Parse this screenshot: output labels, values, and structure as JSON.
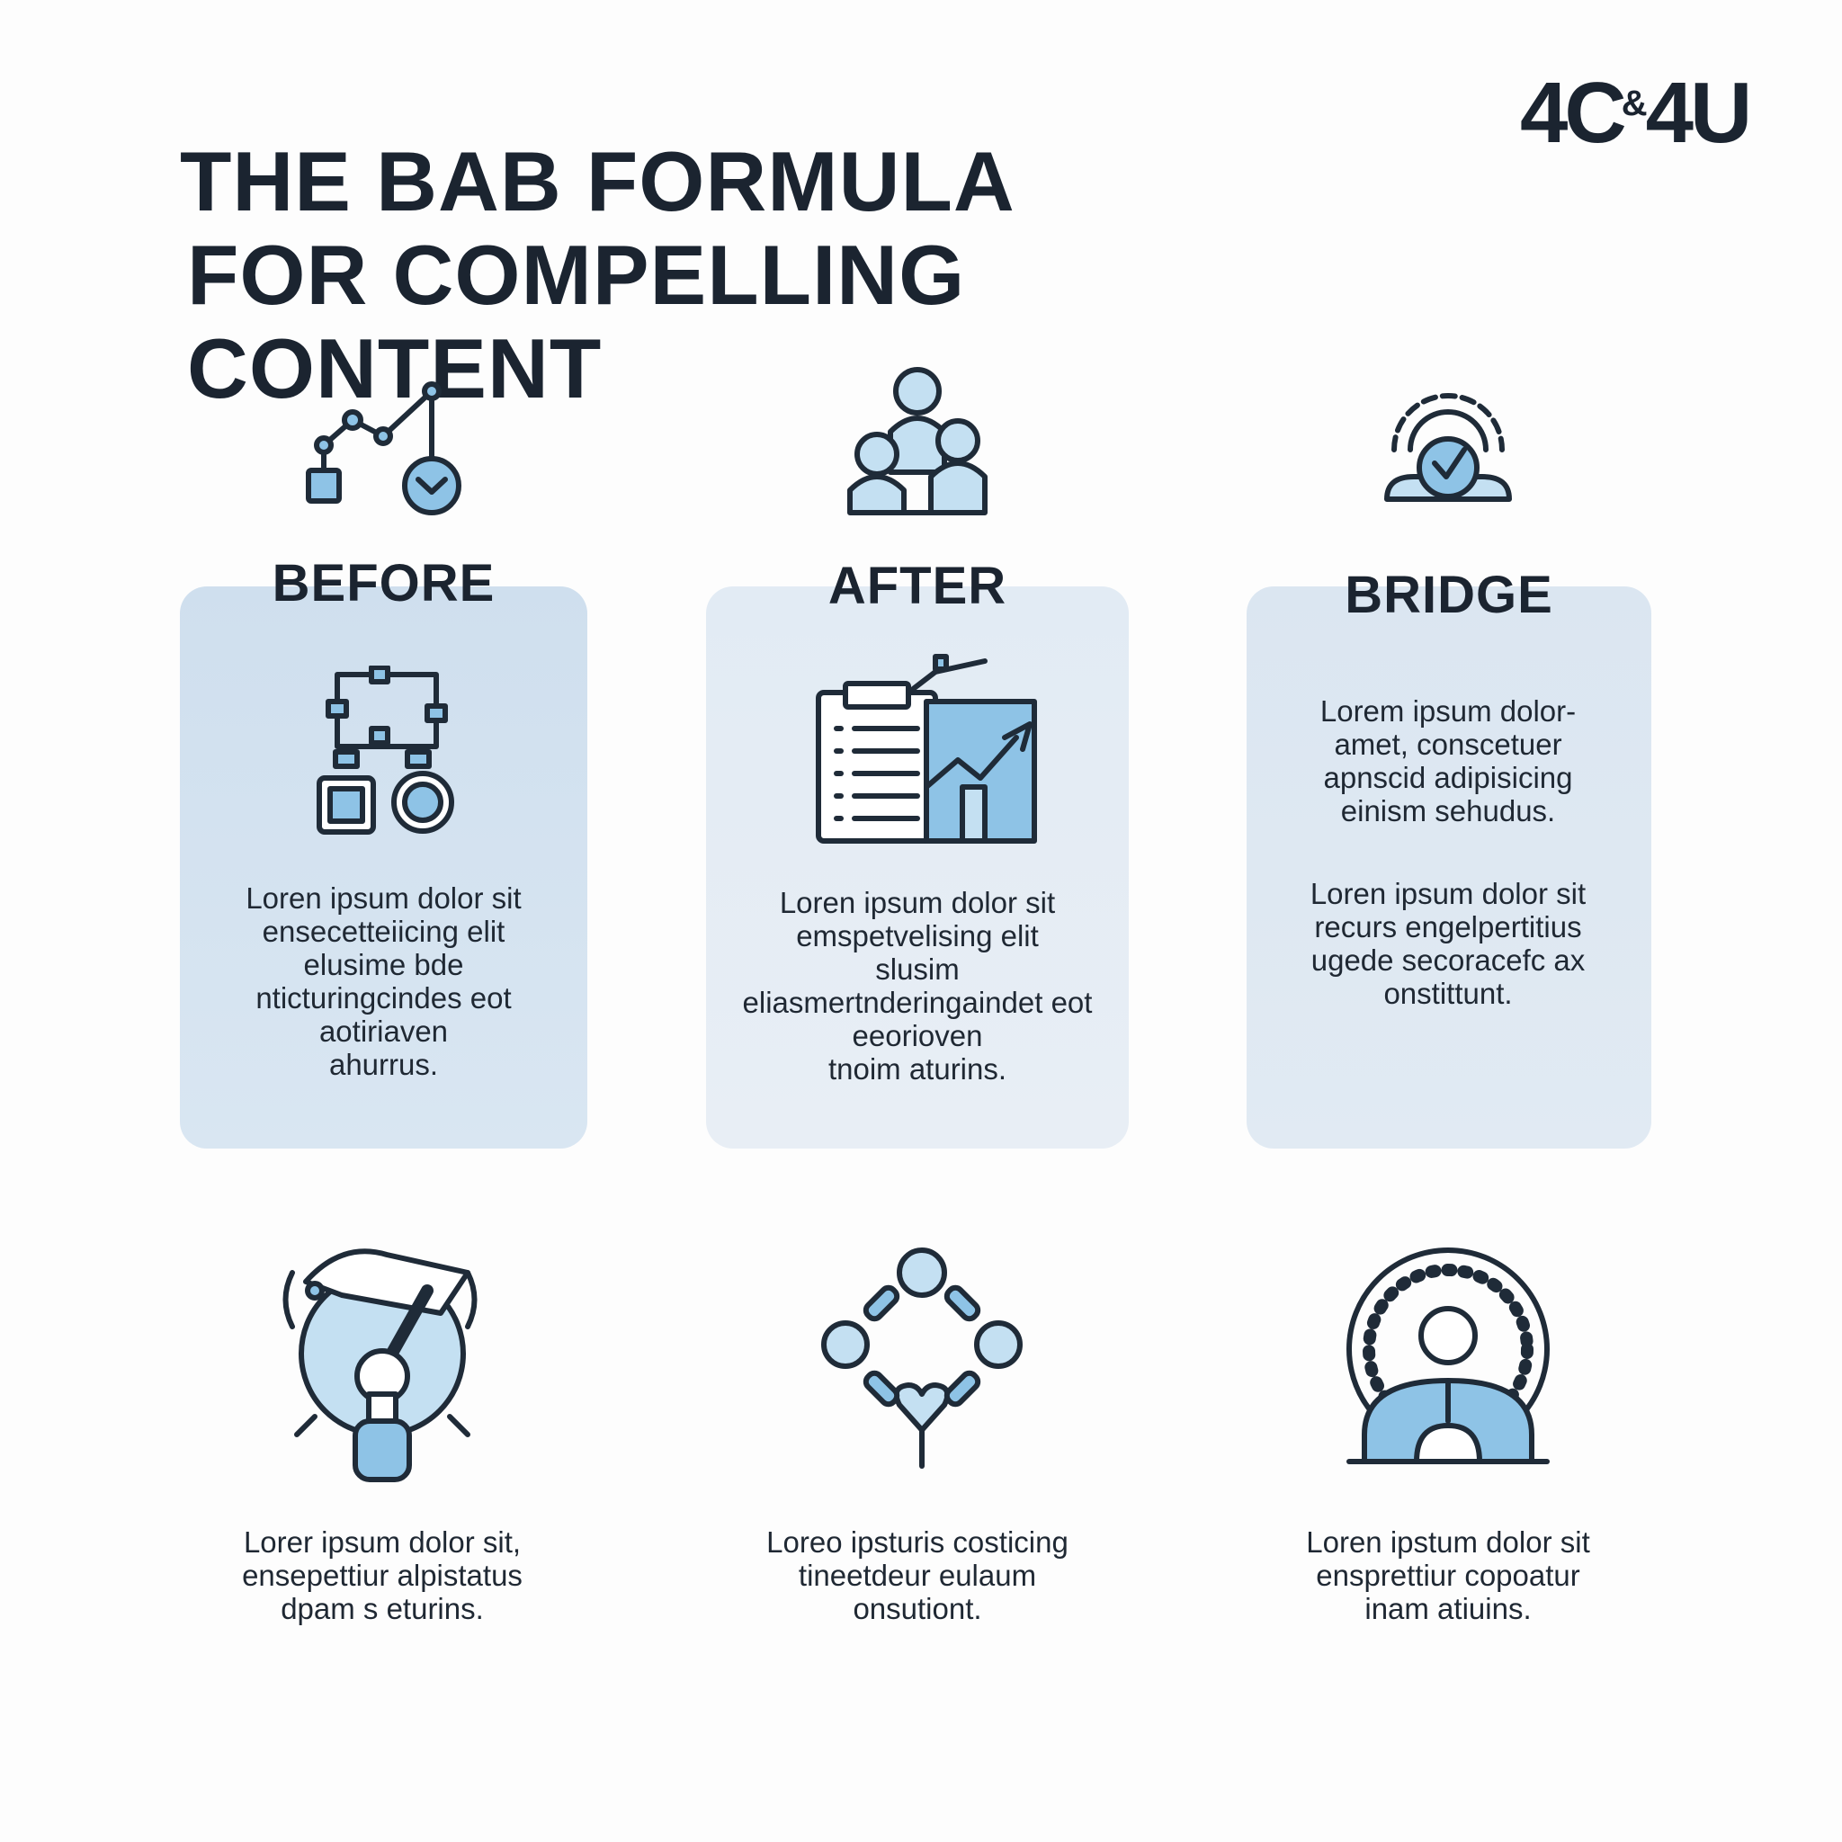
{
  "logo": {
    "part1": "4C",
    "amp": "&",
    "part2": "4U"
  },
  "title": {
    "line1": "THE BAB FORMULA",
    "line2": "FOR COMPELLING CONTENT"
  },
  "sections": {
    "before": {
      "heading": "BEFORE",
      "text": "Loren ipsum dolor sit\nensecetteiicing elit\nelusime bde nticturingcindes eot aotiriaven\nahurrus."
    },
    "after": {
      "heading": "AFTER",
      "text": "Loren ipsum dolor sit\nemspetvelising elit\nslusim eliasmertnderingaindet eot eeorioven\ntnoim aturins."
    },
    "bridge": {
      "heading": "BRIDGE",
      "text1": "Lorem ipsum dolor-\namet, conscetuer\napnscid adipisicing\neinism sehudus.",
      "text2": "Loren ipsum dolor sit\nrecurs engelpertitius\nugede secoracefc ax\nonstittunt."
    }
  },
  "bottom": {
    "left": "Lorer ipsum dolor sit,\nensepettiur alpistatus\ndpam s eturins.",
    "middle": "Loreo ipsturis costicing\ntineetdeur eulaum\nonsutiont.",
    "right": "Loren ipstum dolor sit\nensprettiur copoatur\ninam atiuins."
  },
  "icons": {
    "top_left": "chart-network-icon",
    "top_middle": "team-people-icon",
    "top_right": "gear-check-icon",
    "before_card": "flowchart-icon",
    "after_card": "report-growth-icon",
    "bottom_left": "lever-switch-icon",
    "bottom_middle": "connection-cycle-icon",
    "bottom_right": "dashboard-person-icon"
  },
  "colors": {
    "accent": "#8ec3e6",
    "dark": "#1b2430",
    "card": "#d9e6f2"
  }
}
